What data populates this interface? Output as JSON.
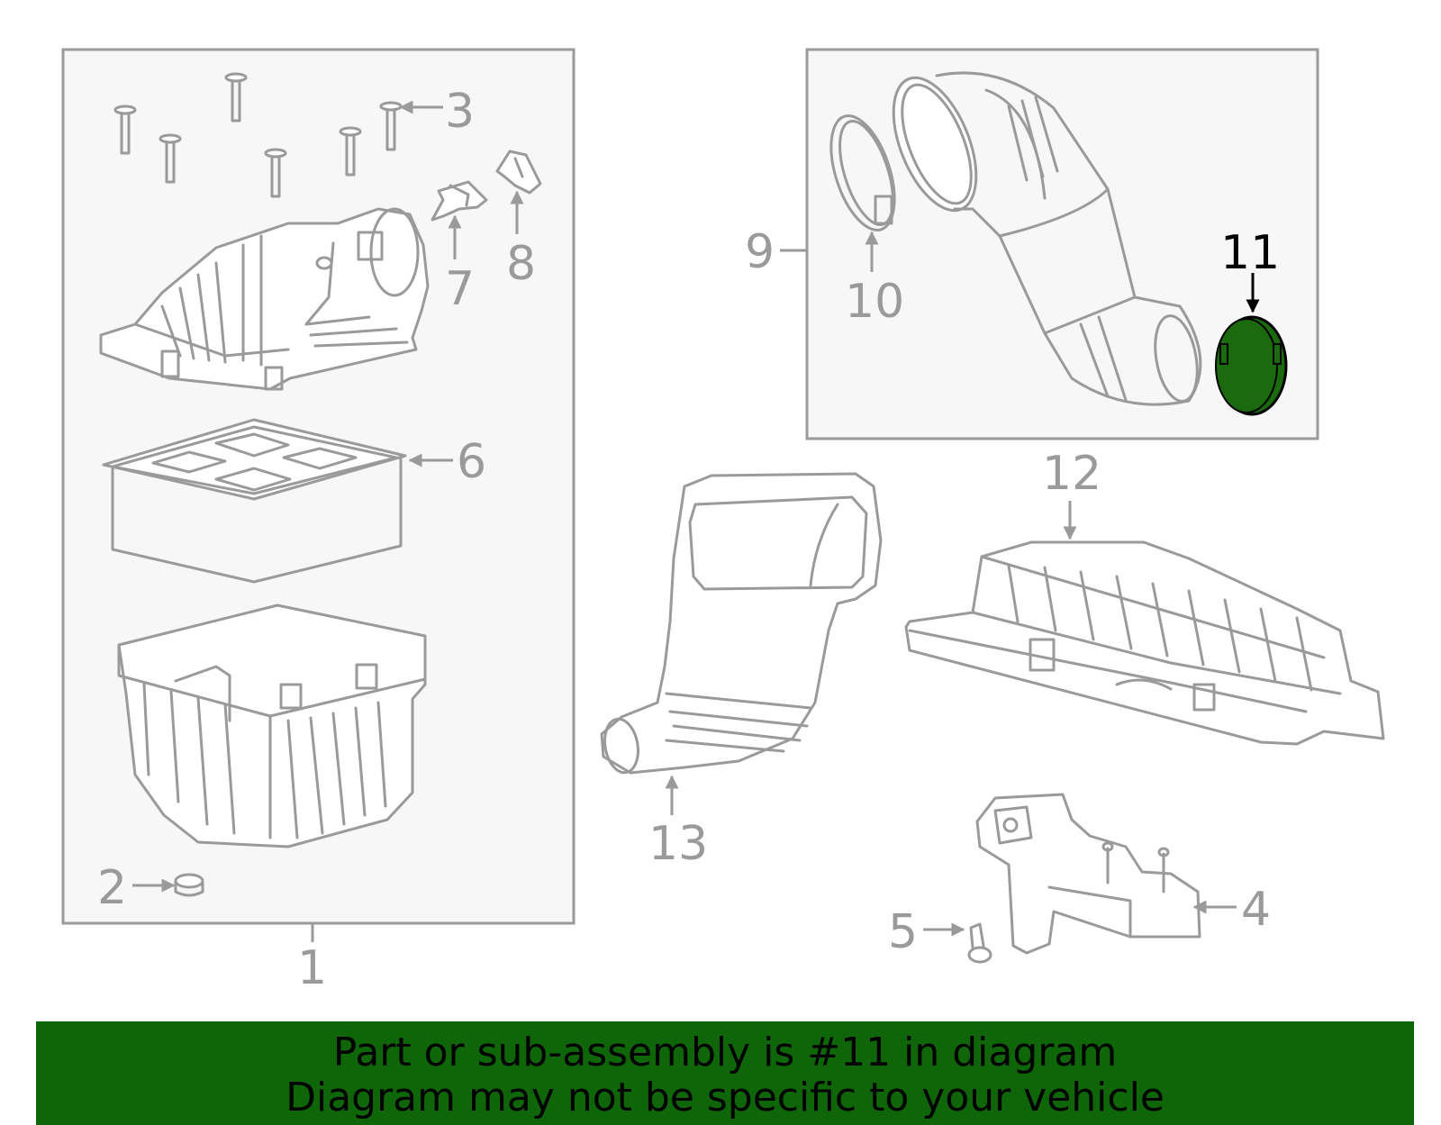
{
  "diagram": {
    "highlight_color": "#1b6b0e",
    "banner_color": "#0f6608",
    "callouts": {
      "c1": "1",
      "c2": "2",
      "c3": "3",
      "c4": "4",
      "c5": "5",
      "c6": "6",
      "c7": "7",
      "c8": "8",
      "c9": "9",
      "c10": "10",
      "c11": "11",
      "c12": "12",
      "c13": "13"
    },
    "highlighted_part": "11"
  },
  "banner": {
    "line1": "Part or sub-assembly is #11 in diagram",
    "line2": "Diagram may not be specific to your vehicle"
  }
}
